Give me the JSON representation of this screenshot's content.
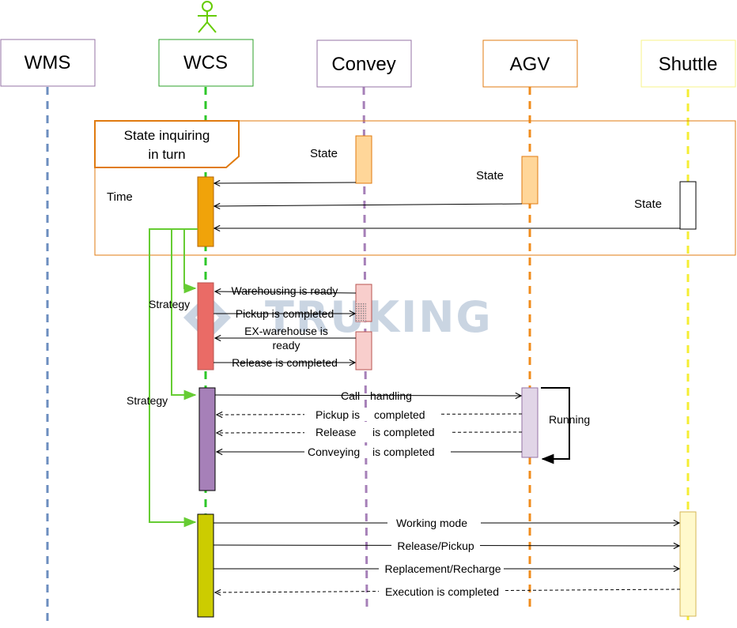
{
  "participants": {
    "wms": "WMS",
    "wcs": "WCS",
    "convey": "Convey",
    "agv": "AGV",
    "shuttle": "Shuttle"
  },
  "colors": {
    "wms": "#6c8ebf",
    "wcs": "#2ec729",
    "wcs_actor": "#66cc00",
    "convey": "#a680b8",
    "agv": "#f08c1c",
    "shuttle": "#f5ee33",
    "frame": "#e07b10",
    "strategy": "#66cc33",
    "watermark": "#9fb3cc"
  },
  "frame": {
    "title_line1": "State inquiring",
    "title_line2": "in turn",
    "time_label": "Time"
  },
  "state_labels": {
    "convey": "State",
    "agv": "State",
    "shuttle": "State"
  },
  "strategy_labels": {
    "first": "Strategy",
    "second": "Strategy"
  },
  "warehouse_messages": {
    "warehousing_ready": "Warehousing is ready",
    "pickup_completed": "Pickup is completed",
    "ex_warehouse_line1": "EX-warehouse is",
    "ex_warehouse_line2": "ready",
    "release_completed": "Release is completed"
  },
  "agv_messages": {
    "call_1": "Call",
    "call_2": "handling",
    "pickup_1": "Pickup is",
    "pickup_2": "completed",
    "release_1": "Release",
    "release_2": "is completed",
    "conveying_1": "Conveying",
    "conveying_2": "is completed",
    "running": "Running"
  },
  "shuttle_messages": {
    "working_mode": "Working mode",
    "release_pickup": "Release/Pickup",
    "replacement": "Replacement/Recharge",
    "execution": "Execution is completed"
  },
  "watermark": {
    "text": "TRUKING"
  }
}
